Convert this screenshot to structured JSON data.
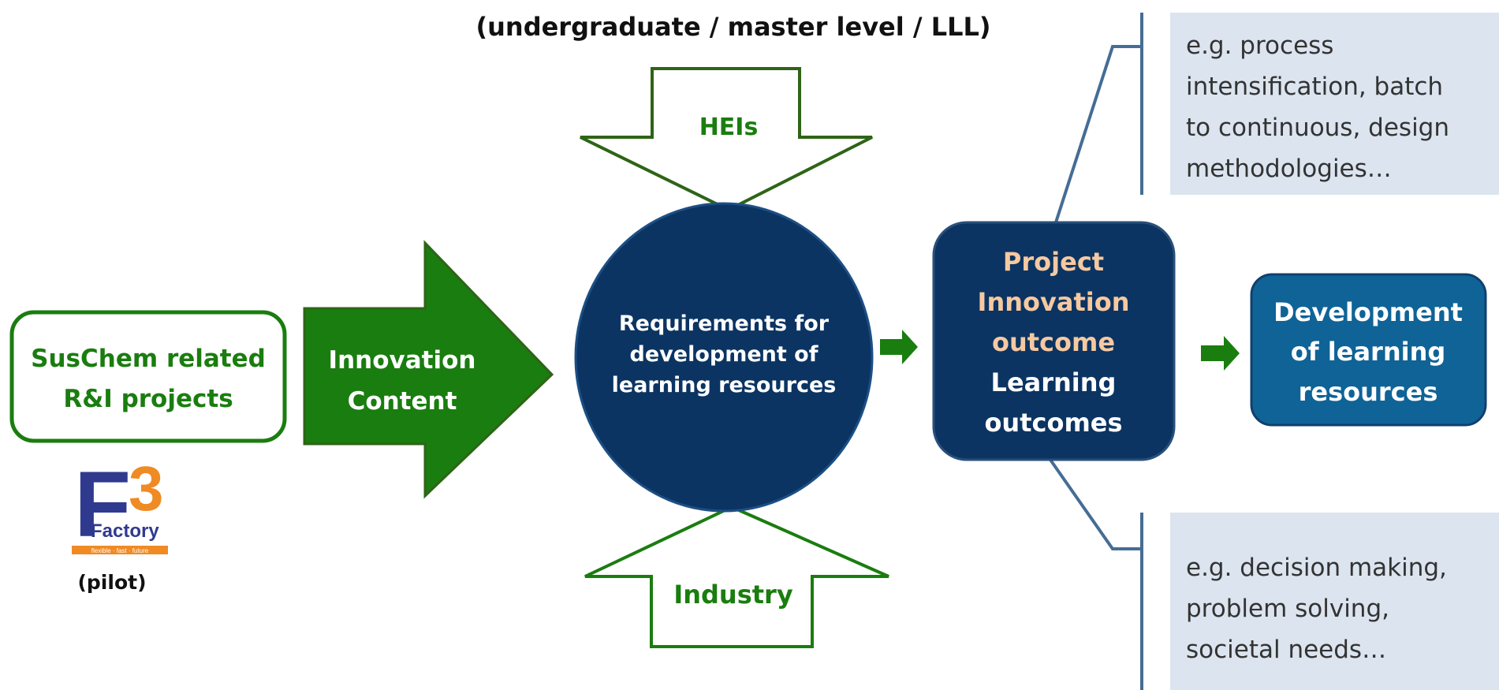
{
  "header": {
    "level_label": "(undergraduate / master level / LLL)"
  },
  "source": {
    "line1": "SusChem related",
    "line2": "R&I projects",
    "pilot_label": "(pilot)",
    "logo": {
      "letter": "F",
      "exponent": "3",
      "word": "Factory",
      "tagline": "flexible · fast · future"
    }
  },
  "arrows": {
    "main": {
      "line1": "Innovation",
      "line2": "Content"
    },
    "top": "HEIs",
    "bottom": "Industry"
  },
  "center": {
    "line1": "Requirements  for",
    "line2": "development of",
    "line3": "learning  resources"
  },
  "outcome": {
    "line1": "Project",
    "line2": "Innovation",
    "line3": "outcome",
    "line4": "Learning",
    "line5": "outcomes"
  },
  "development": {
    "line1": "Development",
    "line2": "of learning",
    "line3": "resources"
  },
  "examples": {
    "top": {
      "line1": "e.g. process",
      "line2": "intensification, batch",
      "line3": "to continuous, design",
      "line4": "methodologies…"
    },
    "bottom": {
      "line1": "e.g. decision making,",
      "line2": "problem solving,",
      "line3": "societal needs…"
    }
  },
  "colors": {
    "green": "#1a7d0f",
    "dark_green": "#2e6417",
    "navy": "#0b3462",
    "blue": "#0f6396",
    "peach": "#f6c9a0",
    "light_box": "#dbe4ef",
    "connector": "#456d95",
    "logo_blue": "#2f3a8f",
    "logo_orange": "#f08a24"
  }
}
